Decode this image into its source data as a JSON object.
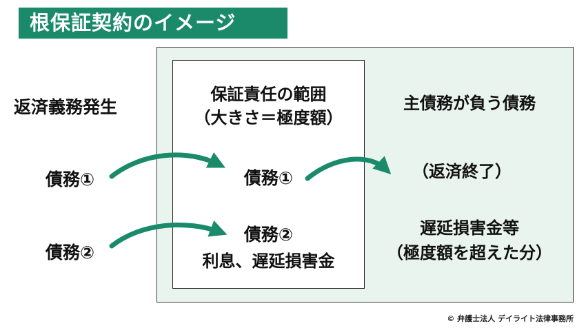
{
  "title": "根保証契約のイメージ",
  "left_column": {
    "heading": "返済義務発生",
    "debt1": "債務①",
    "debt2": "債務②"
  },
  "middle_column": {
    "heading_line1": "保証責任の範囲",
    "heading_line2": "（大きさ＝極度額）",
    "debt1": "債務①",
    "debt2_line1": "債務②",
    "debt2_line2": "利息、遅延損害金"
  },
  "right_column": {
    "heading": "主債務が負う債務",
    "repaid": "（返済終了）",
    "excess_line1": "遅延損害金等",
    "excess_line2": "（極度額を超えた分）"
  },
  "copyright": "© 弁護士法人 デイライト法律事務所",
  "colors": {
    "accent": "#1a8a6a",
    "outer_fill": "#eaf4ef"
  }
}
